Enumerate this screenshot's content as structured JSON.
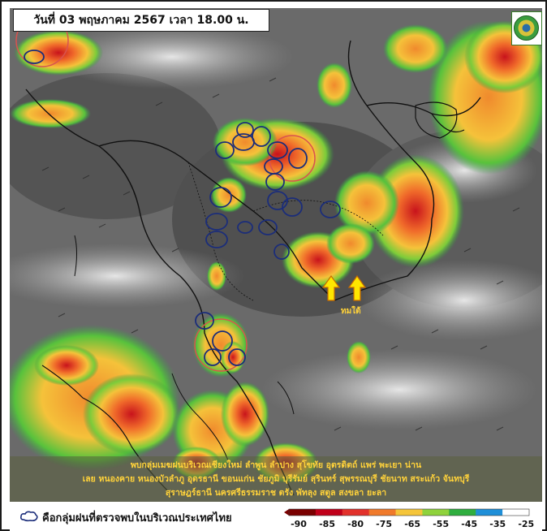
{
  "header": {
    "date_text": "วันที่ 03 พฤษภาคม 2567 เวลา 18.00 น."
  },
  "map": {
    "south_label": "ทมใต้",
    "caption_lines": [
      "พบกลุ่มเมฆฝนบริเวณเชียงใหม่ ลำพูน ลำปาง สุโขทัย อุตรดิตถ์ แพร่ พะเยา น่าน",
      "เลย หนองคาย หนองบัวลำภู อุดรธานี ขอนแก่น ชัยภูมิ บุรีรัมย์ สุรินทร์ สุพรรณบุรี ชัยนาท สระแก้ว จันทบุรี",
      "สุราษฎร์ธานี นครศรีธรรมราช ตรัง พัทลุง สตูล สงขลา ยะลา"
    ]
  },
  "legend": {
    "text": "คือกลุ่มฝนที่ตรวจพบในบริเวณประเทศไทย",
    "scale_labels": [
      "-90",
      "-85",
      "-80",
      "-75",
      "-65",
      "-55",
      "-45",
      "-35",
      "-25"
    ],
    "scale_colors": [
      "#7a0000",
      "#c0001a",
      "#e2312b",
      "#f07a2b",
      "#f5c53a",
      "#8fd23c",
      "#2fae3f",
      "#1f8fd8",
      "#ffffff"
    ]
  },
  "colors": {
    "rain_cluster_outline": "#1b2d7a",
    "circle_outline": "#d9534f",
    "arrow_fill": "#ffe600"
  }
}
